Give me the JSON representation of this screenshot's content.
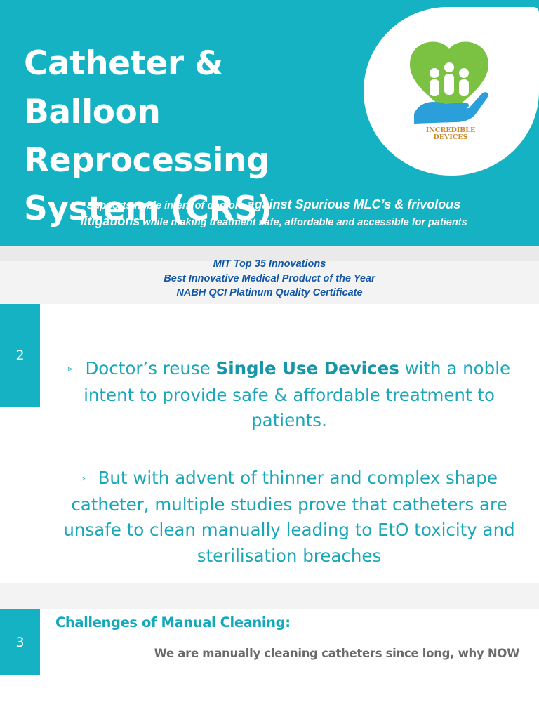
{
  "slide1": {
    "title_lines": [
      "Catheter & Balloon",
      "Reprocessing",
      "System (CRS)"
    ],
    "logo_text_lines": [
      "INCREDIBLE",
      "DEVICES"
    ],
    "tagline": {
      "part1": "Supports noble intent of doctors ",
      "part2": "against Spurious MLC’s",
      "part3": " & ",
      "part4": "frivolous litigations",
      "part5": " while  making treatment safe, affordable and accessible for patients"
    },
    "colors": {
      "brand_teal": "#14b2c2",
      "logo_green": "#7cc242",
      "logo_blue": "#2b9fd9",
      "logo_text": "#c9852a"
    }
  },
  "awards": [
    "MIT Top 35 Innovations",
    "Best Innovative Medical Product of the Year",
    "NABH QCI Platinum Quality Certificate"
  ],
  "slide2": {
    "number": "2",
    "bullet_icon": "triangle-right-icon",
    "bullet1": {
      "pre": "Doctor’s reuse ",
      "bold": "Single Use Devices",
      "post": " with a noble intent to provide safe & affordable treatment to patients."
    },
    "bullet2": "But with advent of thinner and complex shape catheter, multiple studies prove that catheters are unsafe to clean manually leading to EtO toxicity and sterilisation breaches"
  },
  "slide3": {
    "number": "3",
    "title": "Challenges of Manual Cleaning:",
    "subtitle": "We are manually cleaning catheters since long, why NOW"
  }
}
